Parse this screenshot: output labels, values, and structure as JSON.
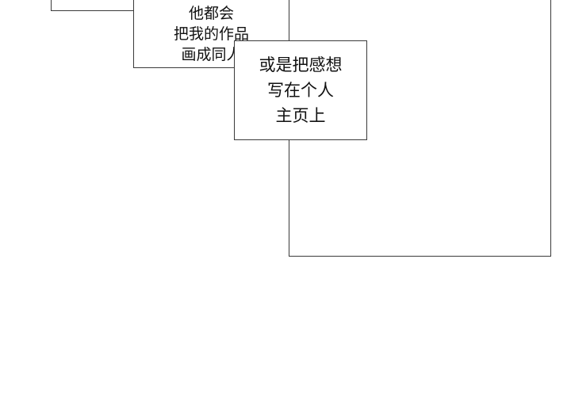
{
  "bubble_upper": {
    "lines": [
      "他都会",
      "把我的作品",
      "画成同人"
    ]
  },
  "bubble_lower": {
    "lines": [
      "或是把感想",
      "写在个人",
      "主页上"
    ]
  },
  "colors": {
    "background": "#ffffff",
    "line": "#3a3a3a",
    "text": "#111111"
  }
}
